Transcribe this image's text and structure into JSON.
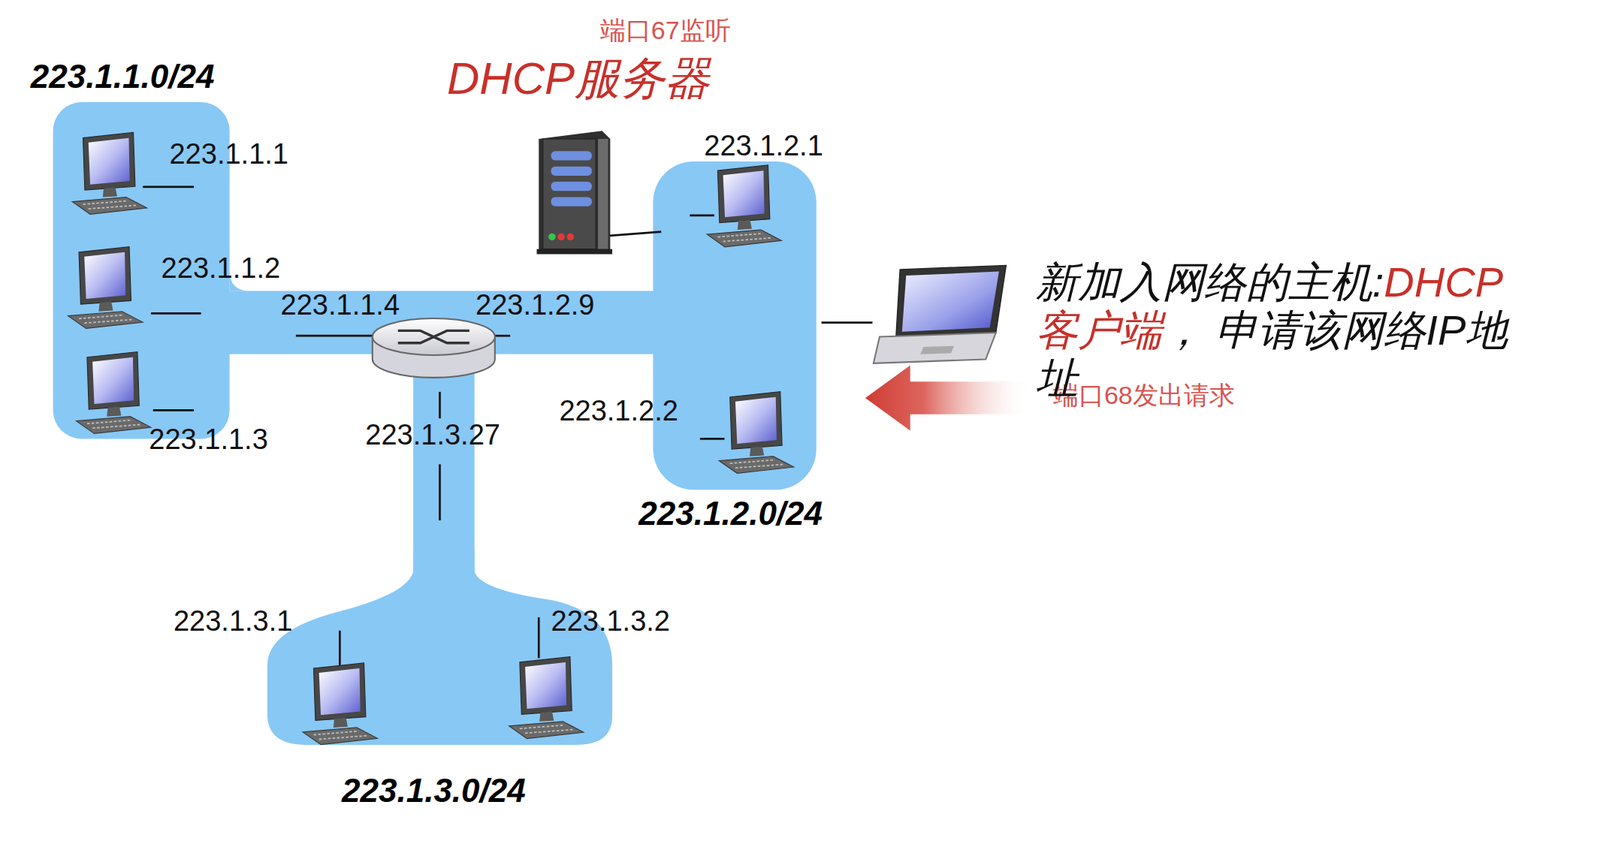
{
  "diagram": {
    "nodes": [
      {
        "text": [
          "223.1.1.0/24",
          "223.1.1.1",
          "223.1.1.2",
          "223.1.1.4",
          "223.1.1.3"
        ]
      },
      {
        "text": [
          "223.1.2.1",
          "223.1.2.9",
          "223.1.2.2",
          "223.1.2.0/24"
        ]
      },
      {
        "text": [
          "223.1.3.27",
          "223.1.3.1",
          "223.1.3.2",
          "223.1.3.0/24"
        ]
      }
    ],
    "labels": [
      "端口67监听",
      "DHCP服务器",
      "新加入网络的主机:",
      "DHCP 客户端",
      "， 申请该网络IP地址",
      "端口68发出请求"
    ]
  }
}
